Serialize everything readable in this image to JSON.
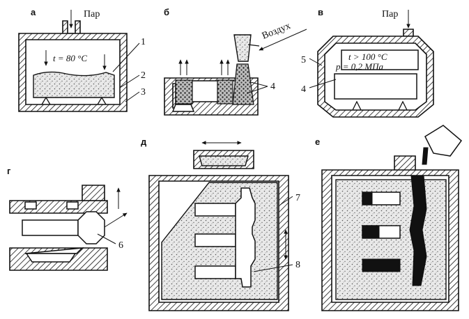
{
  "panels": {
    "a": {
      "letter": "а",
      "steam": "Пар",
      "temp": "t = 80 °C",
      "callouts": [
        "1",
        "2",
        "3"
      ]
    },
    "b": {
      "letter": "б",
      "air": "Воздух",
      "callout": "4"
    },
    "v": {
      "letter": "в",
      "steam": "Пар",
      "temp": "t > 100 °C",
      "pressure": "p = 0,2 МПа",
      "callouts": [
        "5",
        "4"
      ]
    },
    "g": {
      "letter": "г",
      "callout": "6"
    },
    "d": {
      "letter": "д",
      "callouts": [
        "7",
        "8"
      ]
    },
    "e": {
      "letter": "е"
    }
  },
  "colors": {
    "ink": "#111111",
    "paper": "#ffffff"
  }
}
